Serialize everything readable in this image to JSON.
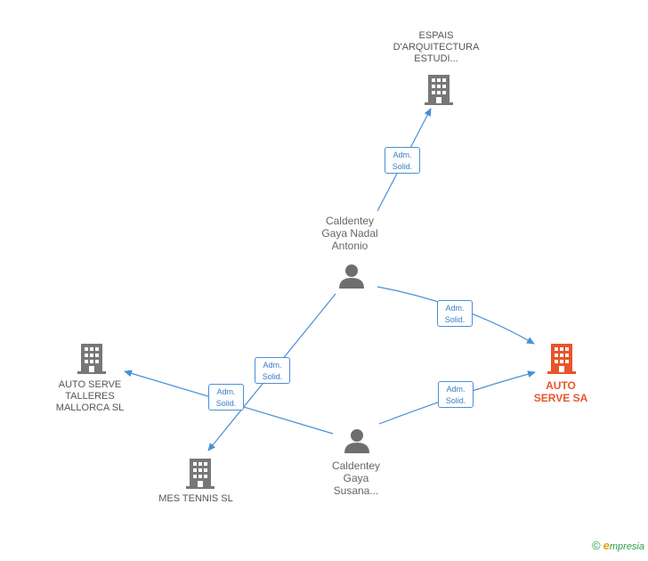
{
  "colors": {
    "edge": "#4a8fd6",
    "company": "#777777",
    "focus": "#e8552a",
    "person": "#6e6e6e"
  },
  "nodes": {
    "espais": {
      "label": "ESPAIS\nD'ARQUITECTURA\nESTUDI...",
      "icon": "building-icon"
    },
    "person1": {
      "label": "Caldentey\nGaya Nadal\nAntonio",
      "icon": "person-icon"
    },
    "autoserve_sa": {
      "label": "AUTO\nSERVE SA",
      "icon": "building-icon"
    },
    "talleres": {
      "label": "AUTO SERVE\nTALLERES\nMALLORCA  SL",
      "icon": "building-icon"
    },
    "mestennis": {
      "label": "MES TENNIS SL",
      "icon": "building-icon"
    },
    "person2": {
      "label": "Caldentey\nGaya\nSusana...",
      "icon": "person-icon"
    }
  },
  "edges": {
    "e1": {
      "label": "Adm.\nSolid."
    },
    "e2": {
      "label": "Adm.\nSolid."
    },
    "e3": {
      "label": "Adm.\nSolid."
    },
    "e4": {
      "label": "Adm.\nSolid."
    },
    "e5": {
      "label": "Adm.\nSolid."
    }
  },
  "footer": {
    "copyright": "©",
    "brand_initial": "e",
    "brand_rest": "mpresia"
  }
}
